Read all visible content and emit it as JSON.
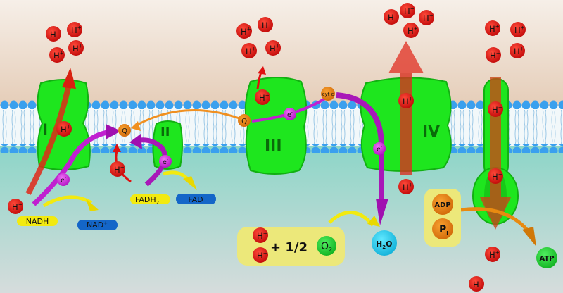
{
  "title": "Electron transport chain and ATP synthase",
  "complexes": {
    "c1": "I",
    "c2": "II",
    "c3": "III",
    "c4": "IV"
  },
  "proton": {
    "base": "H",
    "sup": "+"
  },
  "electron": {
    "base": "e",
    "sup": "-"
  },
  "carriers": {
    "q": "Q",
    "cytc": "cyt c"
  },
  "molecules": {
    "nadh": "NADH",
    "nad": {
      "base": "NAD",
      "sup": "+"
    },
    "fadh2": {
      "base": "FADH",
      "sub": "2"
    },
    "fad": "FAD",
    "plus_half": "+ 1/2",
    "o2": {
      "base": "O",
      "sub": "2"
    },
    "h2o": {
      "base": "H",
      "sub": "2",
      "end": "O"
    },
    "adp": "ADP",
    "pi": {
      "base": "P",
      "sub": "i"
    },
    "atp": "ATP"
  },
  "colors": {
    "proton": "#d81010",
    "electron": "#c020d0",
    "complex": "#1ee61e",
    "nadh": "#f2ea10",
    "nad": "#1466c8",
    "arrow_orange": "#e88a10"
  }
}
